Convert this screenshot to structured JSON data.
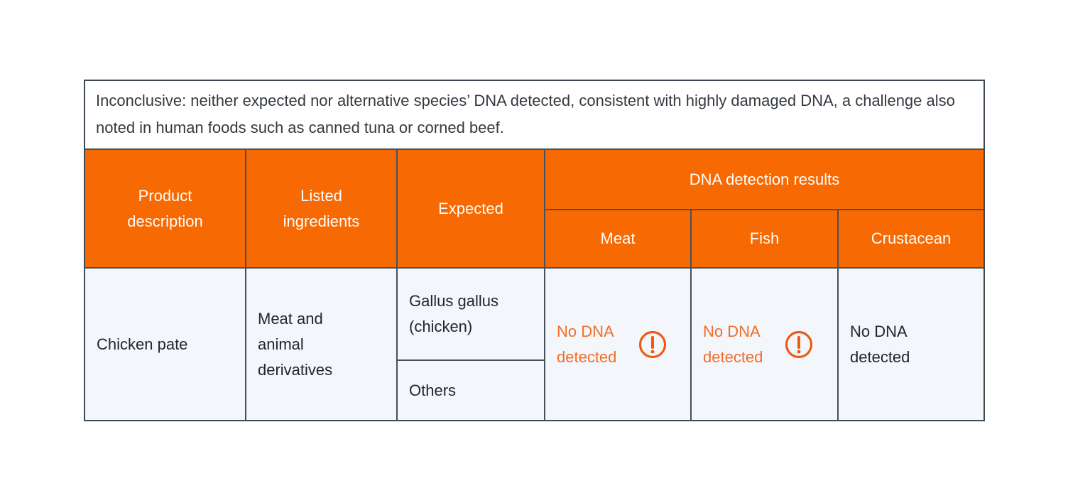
{
  "note": {
    "text": "Inconclusive: neither expected nor alternative species’ DNA detected, consistent with highly damaged DNA, a challenge also noted in human foods such as canned tuna or corned beef."
  },
  "table": {
    "headers": {
      "product": "Product description",
      "ingredients": "Listed ingredients",
      "expected": "Expected",
      "dna_results": "DNA detection results",
      "meat": "Meat",
      "fish": "Fish",
      "crustacean": "Crustacean"
    },
    "row": {
      "product": "Chicken pate",
      "ingredients": "Meat and animal derivatives",
      "expected_primary": "Gallus gallus (chicken)",
      "expected_secondary": "Others",
      "meat_result": "No DNA detected",
      "meat_flagged": true,
      "fish_result": "No DNA detected",
      "fish_flagged": true,
      "crustacean_result": "No DNA detected",
      "crustacean_flagged": false
    }
  },
  "icons": {
    "warning": "exclamation-circle"
  },
  "colors": {
    "header_orange": "#F76902",
    "warning_orange": "#EE5A13",
    "result_text_orange": "#F26E29",
    "grid_border": "#47515B",
    "body_cell_bg": "#F3F6FA",
    "note_bg": "#FFFFFF"
  }
}
